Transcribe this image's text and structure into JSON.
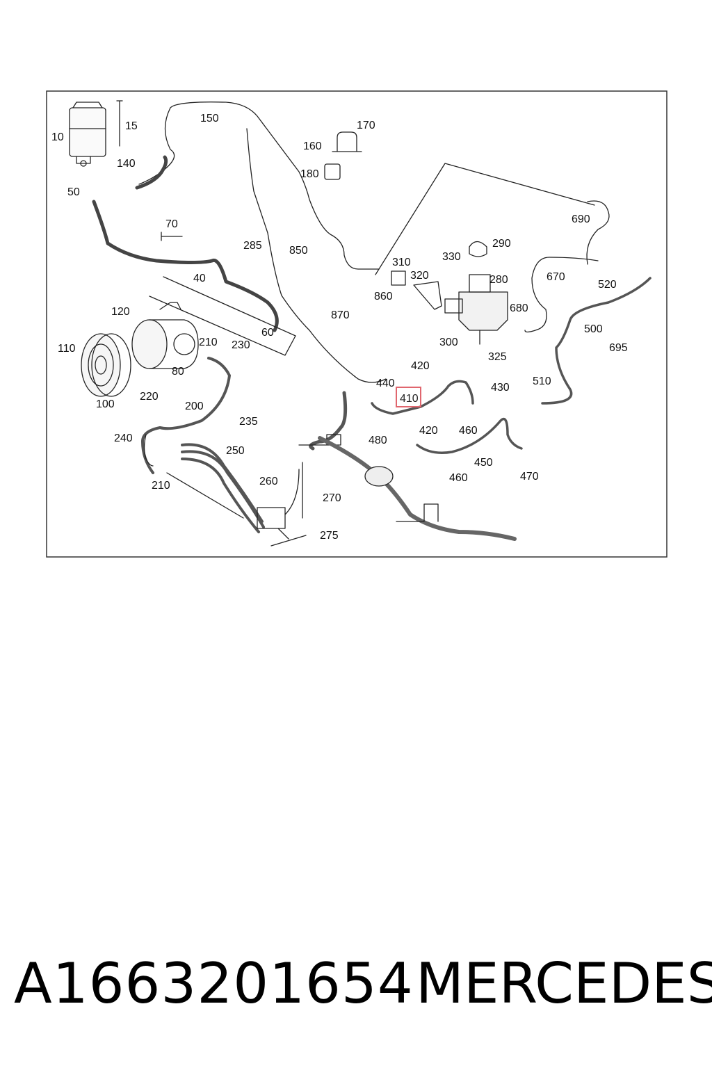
{
  "diagram": {
    "labels": {
      "c10": "10",
      "c15": "15",
      "c150": "150",
      "c170": "170",
      "c160": "160",
      "c180": "180",
      "c140": "140",
      "c50": "50",
      "c70": "70",
      "c40": "40",
      "c285": "285",
      "c850": "850",
      "c60": "60",
      "c310": "310",
      "c320": "320",
      "c330": "330",
      "c290": "290",
      "c690": "690",
      "c670": "670",
      "c520": "520",
      "c280": "280",
      "c680": "680",
      "c860": "860",
      "c870": "870",
      "c300": "300",
      "c500": "500",
      "c695": "695",
      "c325": "325",
      "c120": "120",
      "c110": "110",
      "c80": "80",
      "c210a": "210",
      "c230": "230",
      "c100": "100",
      "c220": "220",
      "c200": "200",
      "c235": "235",
      "c420a": "420",
      "c440": "440",
      "c410": "410",
      "c430": "430",
      "c510": "510",
      "c420b": "420",
      "c460a": "460",
      "c480": "480",
      "c450": "450",
      "c460b": "460",
      "c470": "470",
      "c240": "240",
      "c250": "250",
      "c210b": "210",
      "c260": "260",
      "c270": "270",
      "c275": "275"
    },
    "highlighted_part": "410",
    "highlight_color": "#e0666e"
  },
  "footer": {
    "part_number": "A1663201654",
    "brand": "MERCEDES"
  }
}
